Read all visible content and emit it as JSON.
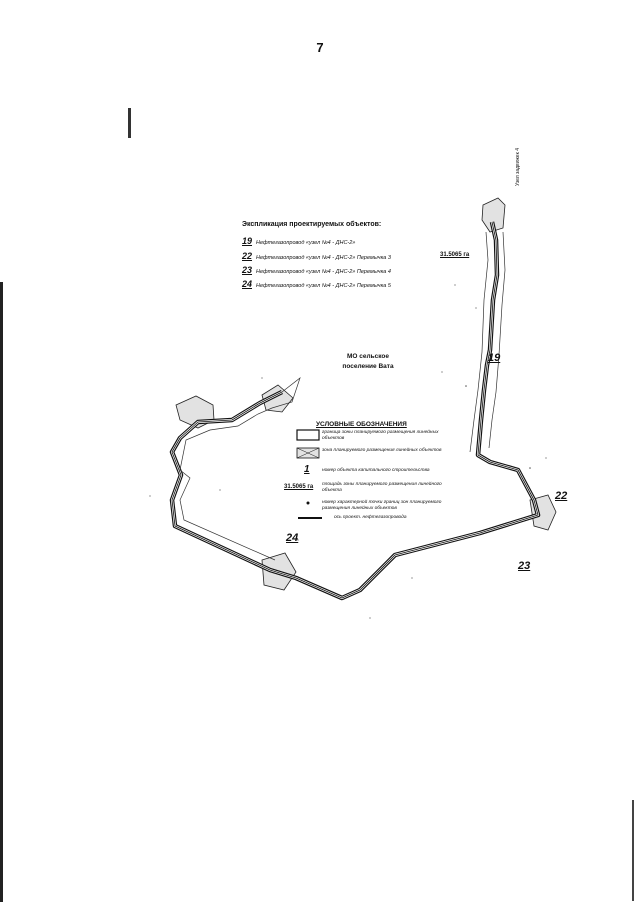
{
  "page_number": "7",
  "explication": {
    "title": "Экспликация проектируемых объектов:",
    "items": [
      {
        "num": "19",
        "text": "Нефтегазопровод «узел №4 - ДНС-2»"
      },
      {
        "num": "22",
        "text": "Нефтегазопровод «узел №4 - ДНС-2» Перемычка 3"
      },
      {
        "num": "23",
        "text": "Нефтегазопровод «узел №4 - ДНС-2» Перемычка 4"
      },
      {
        "num": "24",
        "text": "Нефтегазопровод «узел №4 - ДНС-2» Перемычка 5"
      }
    ]
  },
  "settlement_label": "МО сельское поселение Вата",
  "area_top": "31.5065 га",
  "node_label": "Узел задвижек 4",
  "legend": {
    "title": "УСЛОВНЫЕ ОБОЗНАЧЕНИЯ",
    "items": [
      {
        "symbol": "boundary-rectangle",
        "text": "граница зоны планируемого размещения линейных объектов"
      },
      {
        "symbol": "hatched-rectangle",
        "text": "зона планируемого размещения линейных объектов"
      },
      {
        "symbol": "1",
        "text": "номер объекта капитального строительства"
      },
      {
        "symbol": "31.5065 га",
        "text": "площадь зоны планируемого размещения линейного объекта"
      },
      {
        "symbol": "point",
        "text": "номер характерной точки границ зон планируемого размещения линейных объектов"
      },
      {
        "symbol": "thick-line",
        "text": "ось проект. нефтегазопровода"
      }
    ]
  },
  "object_labels": {
    "o19": "19",
    "o22": "22",
    "o23": "23",
    "o24": "24"
  },
  "colors": {
    "line": "#1a1a1a",
    "zone_fill": "#e4e4e4",
    "background": "#ffffff"
  }
}
